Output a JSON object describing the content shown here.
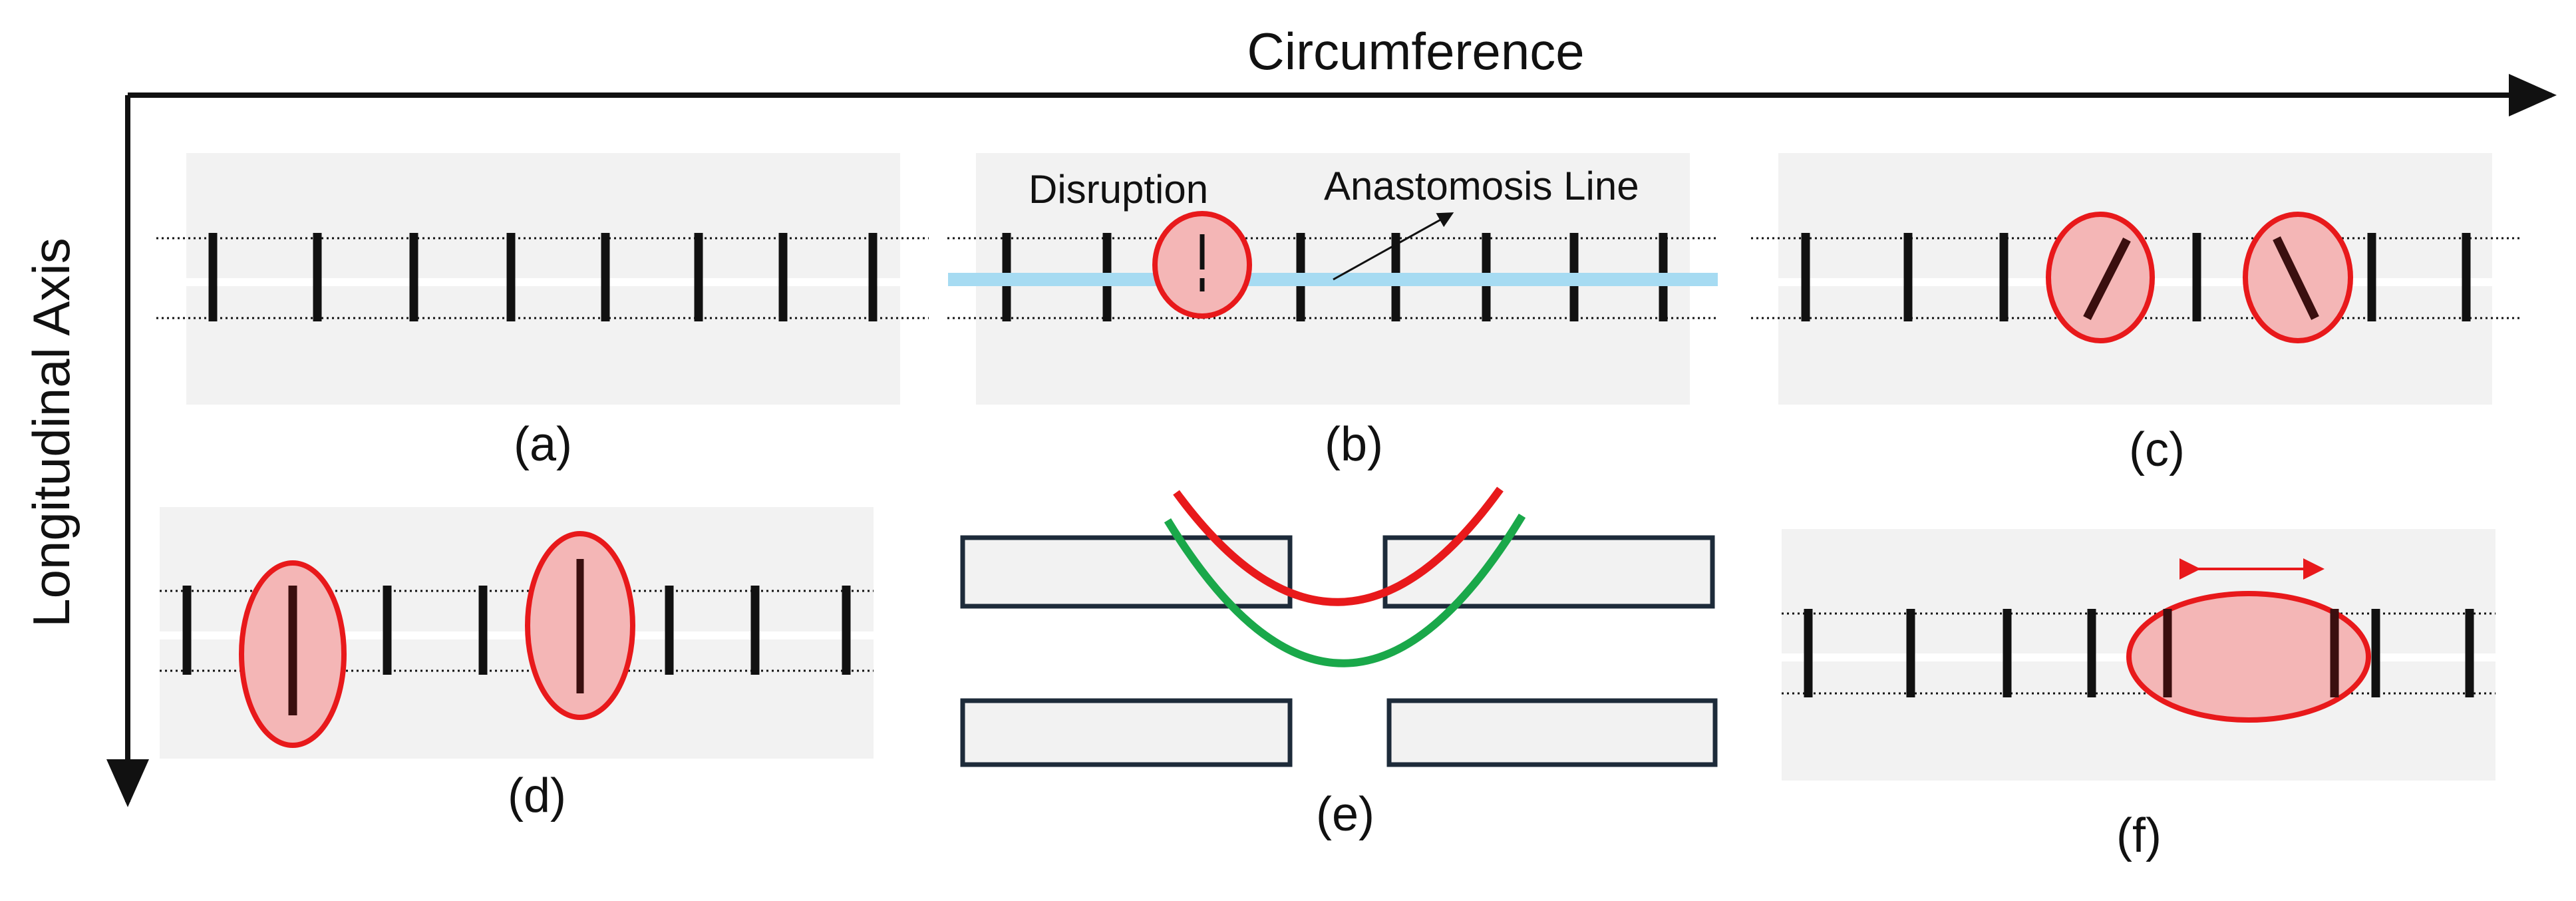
{
  "axes": {
    "horizontal_title": "Circumference",
    "vertical_title": "Longitudinal Axis"
  },
  "panels": [
    {
      "id": "a",
      "label": "(a)"
    },
    {
      "id": "b",
      "label": "(b)",
      "annotations": {
        "disruption": "Disruption",
        "anastomosis_line": "Anastomosis Line"
      }
    },
    {
      "id": "c",
      "label": "(c)"
    },
    {
      "id": "d",
      "label": "(d)"
    },
    {
      "id": "e",
      "label": "(e)"
    },
    {
      "id": "f",
      "label": "(f)"
    }
  ],
  "colors": {
    "panel_bg": "#f2f2f2",
    "staple": "#111111",
    "highlight_fill": "#f4b6b6",
    "highlight_stroke": "#e8191b",
    "anastomosis_line": "#a6dbf2",
    "red_arc": "#e8191b",
    "green_arc": "#1aa84a",
    "block_stroke": "#1d2b3a",
    "arrow": "#e8191b"
  },
  "icons": {
    "axis_arrow_horizontal": "arrow-right-icon",
    "axis_arrow_vertical": "arrow-down-icon",
    "annotation_pointer": "arrow-up-right-icon",
    "double_arrow": "double-arrow-horizontal-icon"
  }
}
